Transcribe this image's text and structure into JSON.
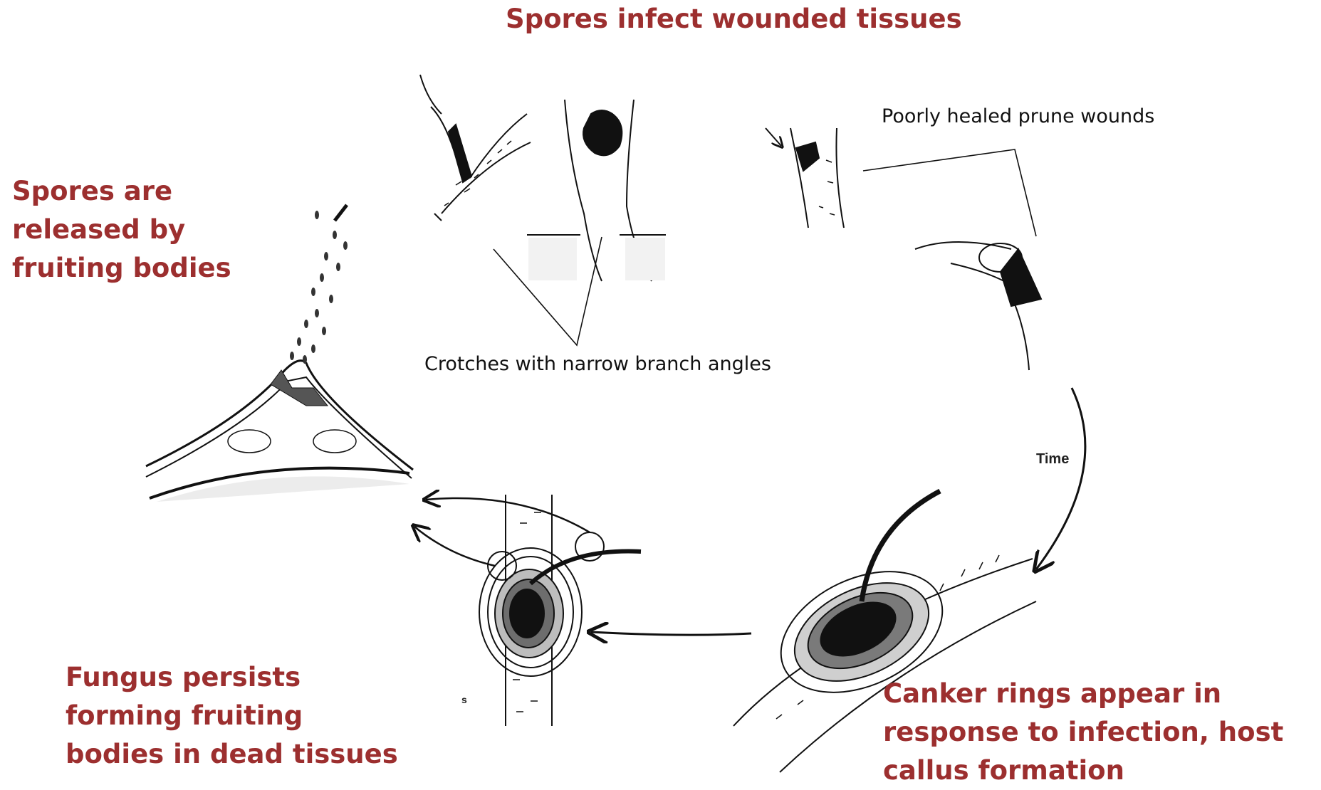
{
  "labels": {
    "spores_infect": "Spores infect wounded tissues",
    "spores_released": "Spores are released by  fruiting bodies",
    "fungus_persists": "Fungus persists forming fruiting bodies in dead tissues",
    "canker_rings": "Canker rings appear in response to infection, host callus formation"
  },
  "annotations": {
    "prune_wounds": "Poorly healed prune wounds",
    "crotches": "Crotches with narrow branch angles",
    "time": "Time",
    "panel_letter": "s"
  },
  "colors": {
    "label": "#9c2f2f",
    "ink": "#111111",
    "background": "#ffffff"
  }
}
